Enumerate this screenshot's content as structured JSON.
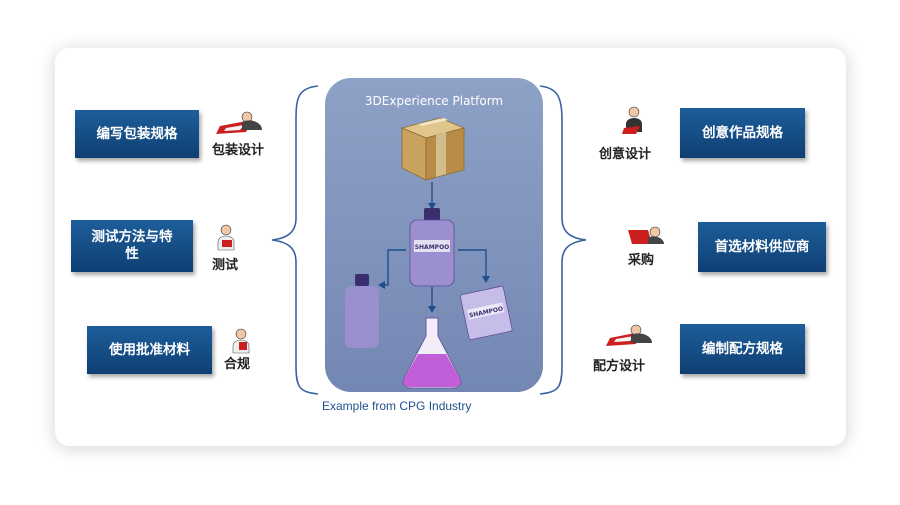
{
  "platform": {
    "title": "3DExperience Platform"
  },
  "caption": "Example from CPG Industry",
  "left": [
    {
      "box": "编写包装规格",
      "activity": "包装设计"
    },
    {
      "box": "测试方法与特\n性",
      "activity": "测试"
    },
    {
      "box": "使用批准材料",
      "activity": "合规"
    }
  ],
  "right": [
    {
      "box": "创意作品规格",
      "activity": "创意设计"
    },
    {
      "box": "首选材料供应商",
      "activity": "采购"
    },
    {
      "box": "编制配方规格",
      "activity": "配方设计"
    }
  ],
  "product_labels": {
    "bottle": "SHAMPOO",
    "label": "SHAMPOO"
  },
  "colors": {
    "box_blue": "#134a84",
    "platform": "#7f93bd",
    "bottle_purple": "#9c8fd0",
    "flask_liquid": "#c15fd8",
    "arrow": "#1d4f8c"
  }
}
